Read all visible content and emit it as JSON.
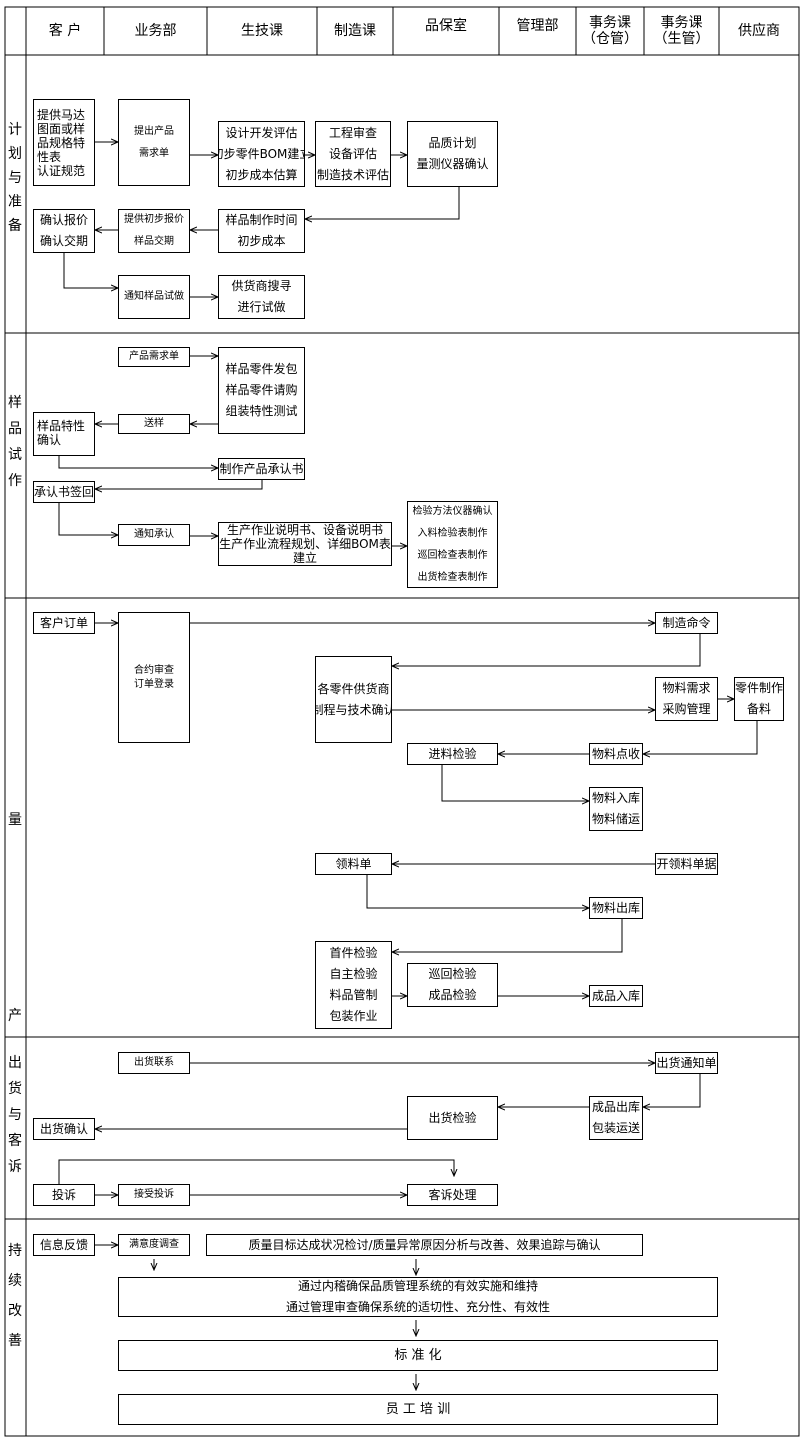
{
  "headers": [
    "客 户",
    "业务部",
    "生技课",
    "制造课",
    "品保室",
    "管理部",
    "事务课\n（仓管）",
    "事务课\n（生管）",
    "供应商"
  ],
  "phases": {
    "plan": "计划与准备",
    "sample": "样品试作",
    "mass": "量产",
    "ship": "出货与客诉",
    "improve": "持续改善"
  },
  "boxes": {
    "b01": [
      "提供马达",
      "图面或样",
      "品规格特",
      "性表",
      "认证规范"
    ],
    "b02": [
      "提出产品",
      "需求单"
    ],
    "b03": [
      "设计开发评估",
      "初步零件BOM建立",
      "初步成本估算"
    ],
    "b04": [
      "工程审查",
      "设备评估",
      "制造技术评估"
    ],
    "b05": [
      "品质计划",
      "量测仪器确认"
    ],
    "b06": [
      "样品制作时间",
      "初步成本"
    ],
    "b07": [
      "提供初步报价",
      "样品交期"
    ],
    "b08": [
      "确认报价",
      "确认交期"
    ],
    "b09": [
      "通知样品试做"
    ],
    "b10": [
      "供货商搜寻",
      "进行试做"
    ],
    "b11": [
      "产品需求单"
    ],
    "b12": [
      "样品零件发包",
      "样品零件请购",
      "组装特性测试"
    ],
    "b13": [
      "送样"
    ],
    "b14": [
      "样品特性",
      "确认"
    ],
    "b15": [
      "制作产品承认书"
    ],
    "b16": [
      "承认书签回"
    ],
    "b17": [
      "通知承认"
    ],
    "b18": [
      "生产作业说明书、设备说明书",
      "生产作业流程规划、详细BOM表",
      "建立"
    ],
    "b19": [
      "检验方法仪器确认",
      "入料检验表制作",
      "巡回检查表制作",
      "出货检查表制作"
    ],
    "b20": [
      "客户订单"
    ],
    "b21": [
      "合约审查",
      "订单登录"
    ],
    "b22": [
      "制造命令"
    ],
    "b23": [
      "各零件供货商",
      "制程与技术确认"
    ],
    "b24": [
      "物料需求",
      "采购管理"
    ],
    "b25": [
      "零件制作",
      "备料"
    ],
    "b26": [
      "进料检验"
    ],
    "b27": [
      "物料点收"
    ],
    "b28": [
      "物料入库",
      "物料储运"
    ],
    "b29": [
      "领料单"
    ],
    "b30": [
      "开领料单据"
    ],
    "b31": [
      "物料出库"
    ],
    "b32": [
      "首件检验",
      "自主检验",
      "料品管制",
      "包装作业"
    ],
    "b33": [
      "巡回检验",
      "成品检验"
    ],
    "b34": [
      "成品入库"
    ],
    "b35": [
      "出货联系"
    ],
    "b36": [
      "出货通知单"
    ],
    "b37": [
      "出货检验"
    ],
    "b38": [
      "成品出库",
      "包装运送"
    ],
    "b39": [
      "出货确认"
    ],
    "b40": [
      "投诉"
    ],
    "b41": [
      "接受投诉"
    ],
    "b42": [
      "客诉处理"
    ],
    "b43": [
      "信息反馈"
    ],
    "b44": [
      "满意度调查"
    ],
    "b45": [
      "质量目标达成状况检讨/质量异常原因分析与改善、效果追踪与确认"
    ],
    "b46": [
      "通过内稽确保品质管理系统的有效实施和维持",
      "通过管理审查确保系统的适切性、充分性、有效性"
    ],
    "b47": [
      "标 准 化"
    ],
    "b48": [
      "员 工 培 训"
    ]
  }
}
